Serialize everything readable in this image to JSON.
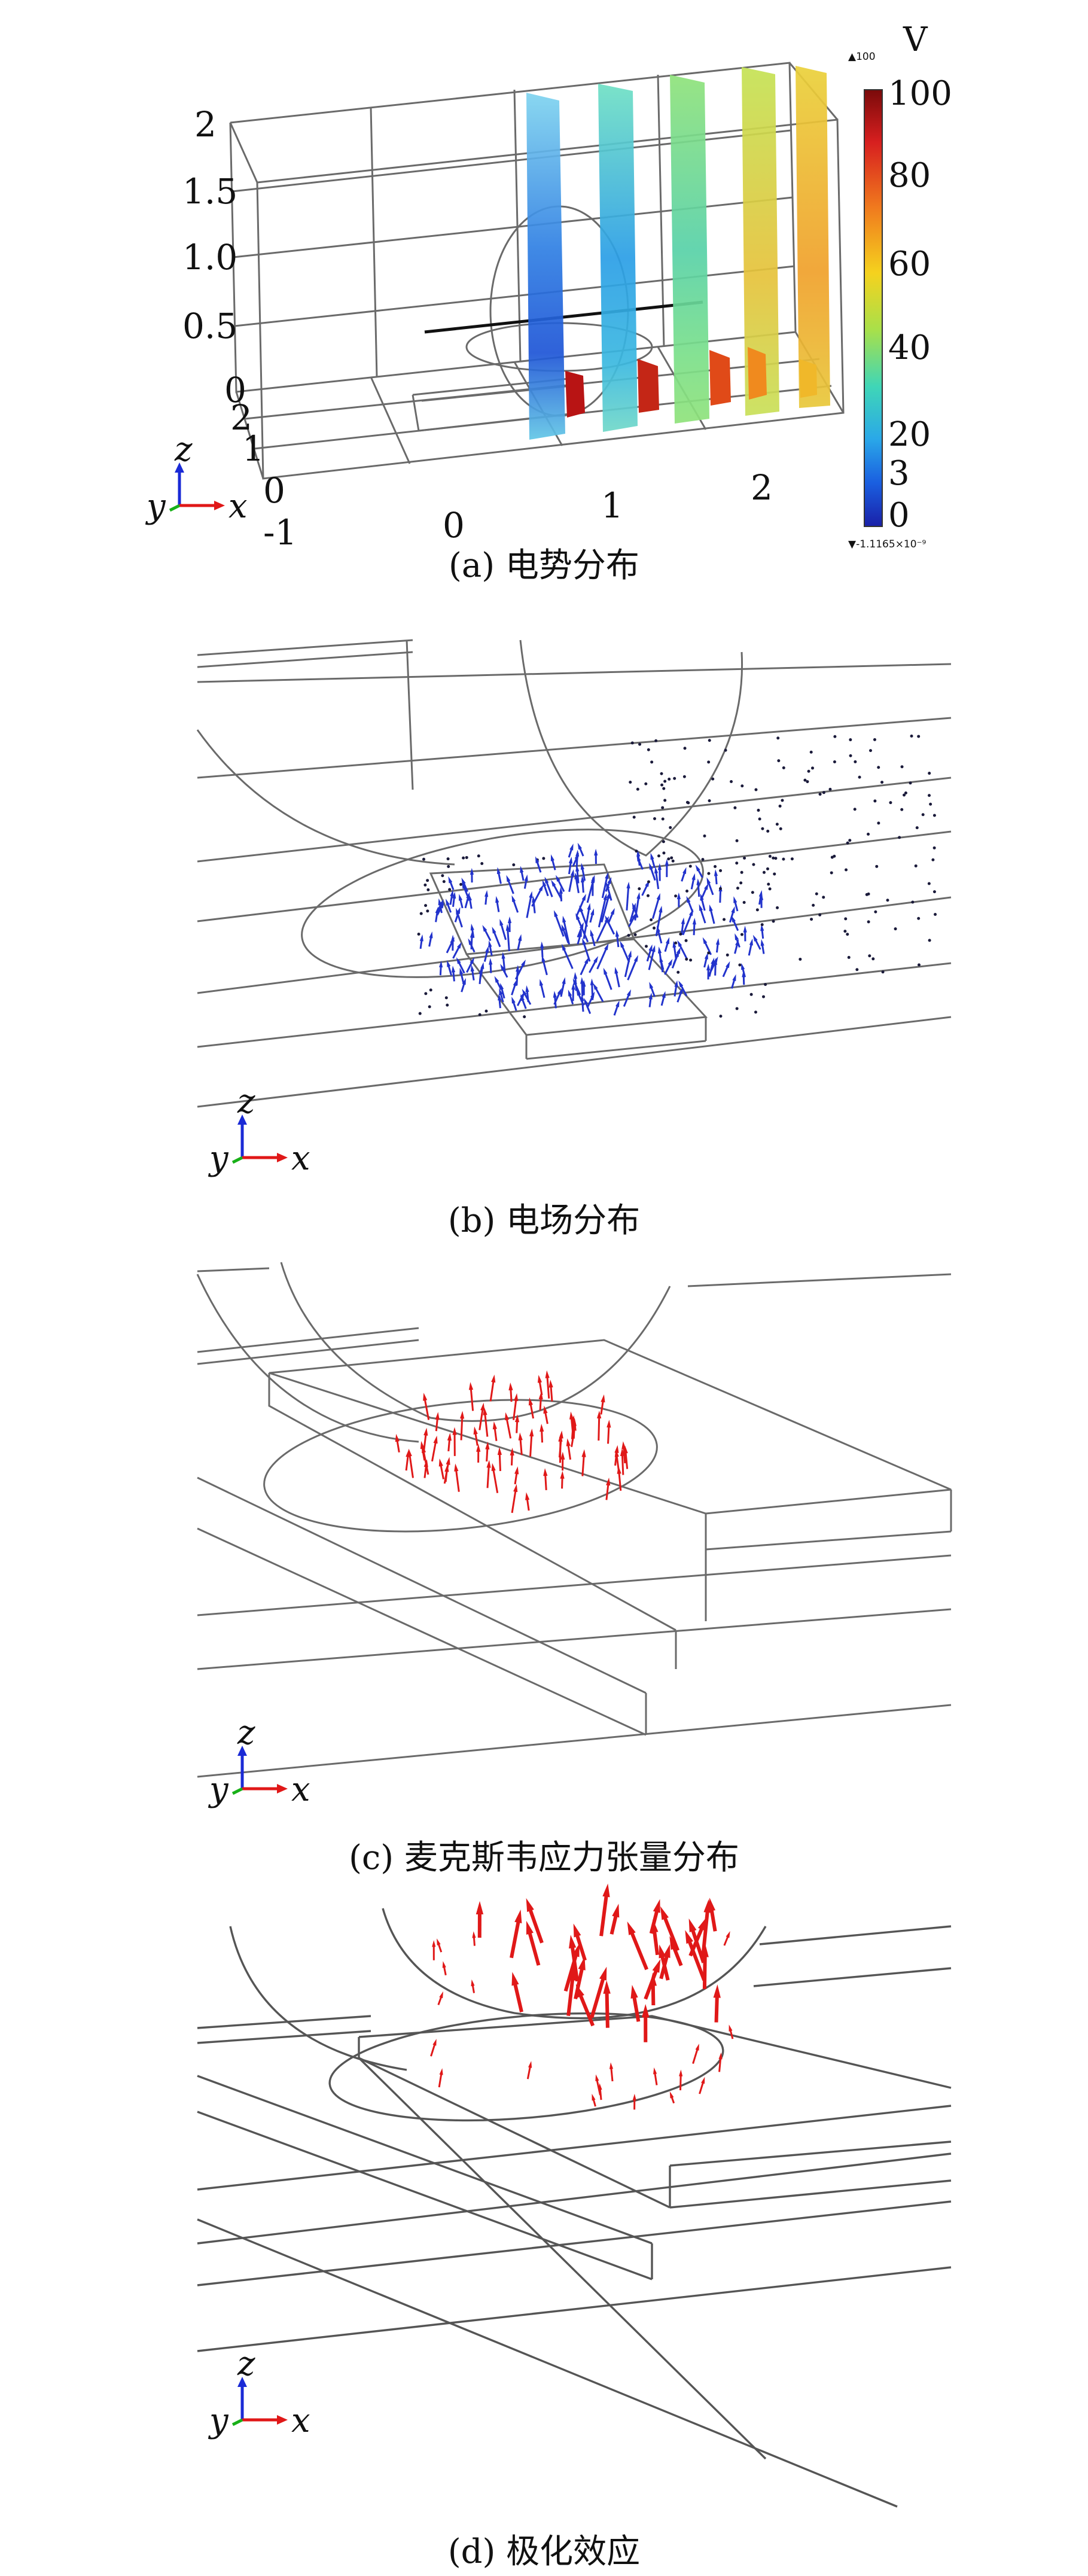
{
  "panels": [
    {
      "id": "a",
      "caption": "(a) 电势分布",
      "y_ticks": [
        "2",
        "1.5",
        "1.0",
        "0.5",
        "0"
      ],
      "yaxis_ticks": [
        "2",
        "1",
        "0",
        "-1"
      ],
      "x_ticks": [
        "0",
        "1",
        "2"
      ],
      "colorbar": {
        "unit": "V",
        "max_marker": "▲100",
        "min_marker": "▼-1.1165×10⁻⁹",
        "ticks": [
          "100",
          "80",
          "60",
          "40",
          "20",
          "3",
          "0"
        ],
        "colors": [
          "#7a0a0a",
          "#d71f1f",
          "#f07a1e",
          "#f5d21e",
          "#a8e04a",
          "#3fd6b7",
          "#2aa8e8",
          "#1a5fe0",
          "#1a20a8"
        ]
      }
    },
    {
      "id": "b",
      "caption": "(b) 电场分布",
      "arrow_color": "#2233cc"
    },
    {
      "id": "c",
      "caption": "(c) 麦克斯韦应力张量分布",
      "arrow_color": "#e01818"
    },
    {
      "id": "d",
      "caption": "(d) 极化效应",
      "arrow_color": "#e01818"
    }
  ],
  "triad": {
    "z": "z",
    "y": "y",
    "x": "x"
  }
}
